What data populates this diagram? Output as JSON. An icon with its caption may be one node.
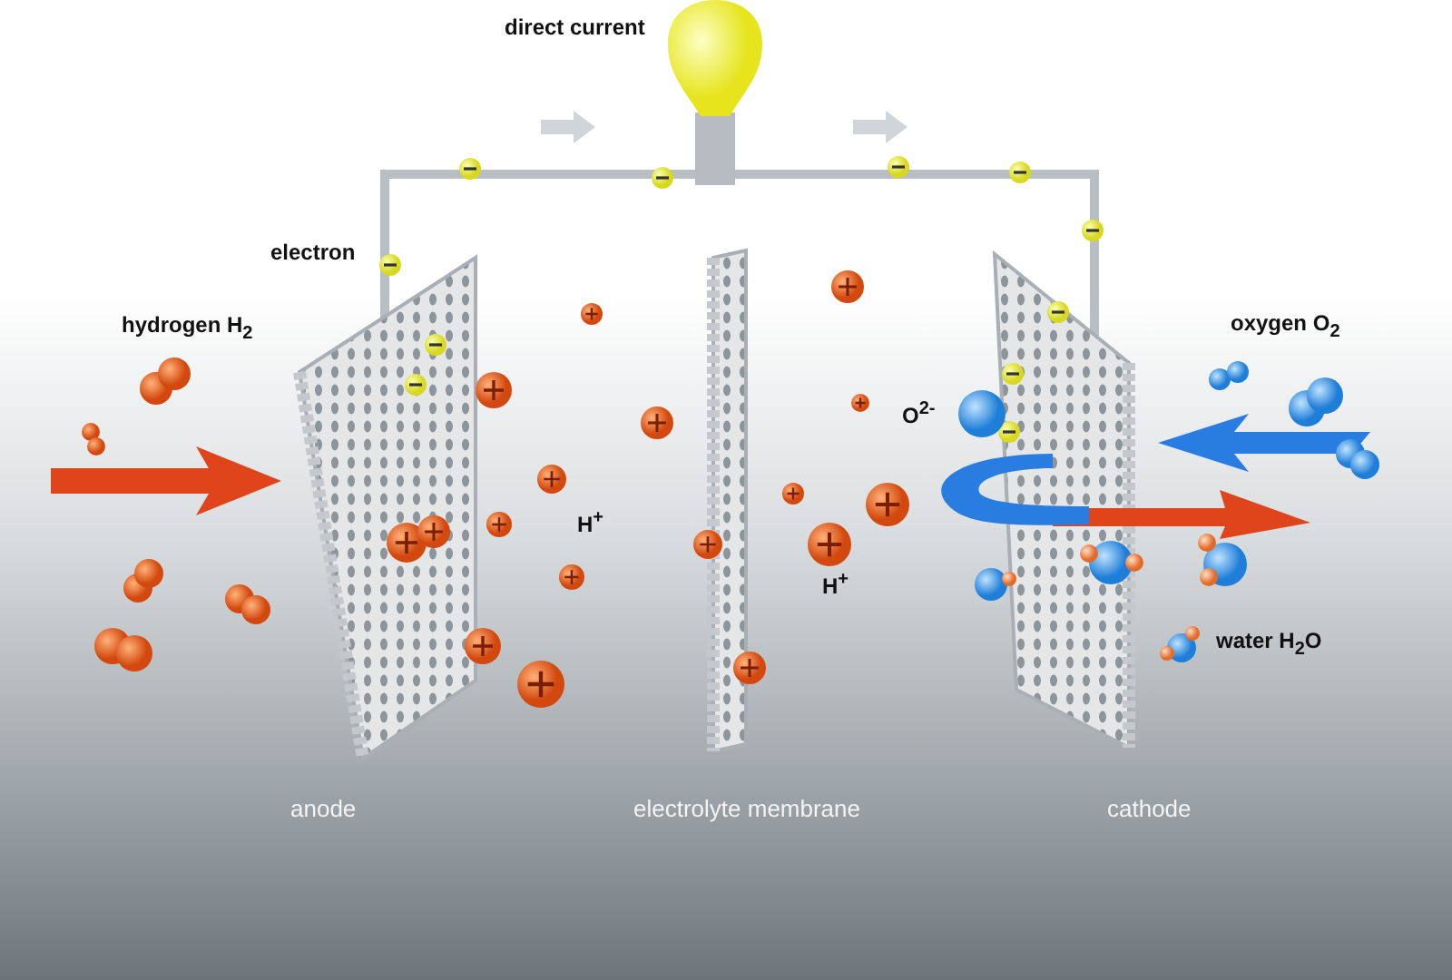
{
  "diagram": {
    "nodes": [
      {
        "text": [],
        "shape": "picture"
      },
      {
        "text": [],
        "shape": "picture",
        "beside": [
          "anode"
        ]
      },
      {
        "text": [],
        "shape": "picture",
        "beside": [
          "electrolyte membrane"
        ]
      },
      {
        "text": [],
        "shape": "picture",
        "beside": [
          "cathode"
        ]
      }
    ],
    "edges": [
      {
        "from": 1,
        "to": 0,
        "arrow": "none"
      },
      {
        "from": 0,
        "to": 3,
        "arrow": "none"
      }
    ],
    "labels": [
      "direct current",
      "electron",
      "hydrogen H$_{2}$",
      "oxygen O$_{2}$",
      "O$^{2-}$",
      "H$^{+}$",
      "H$^{+}$",
      "water H$_{2}$O"
    ]
  }
}
